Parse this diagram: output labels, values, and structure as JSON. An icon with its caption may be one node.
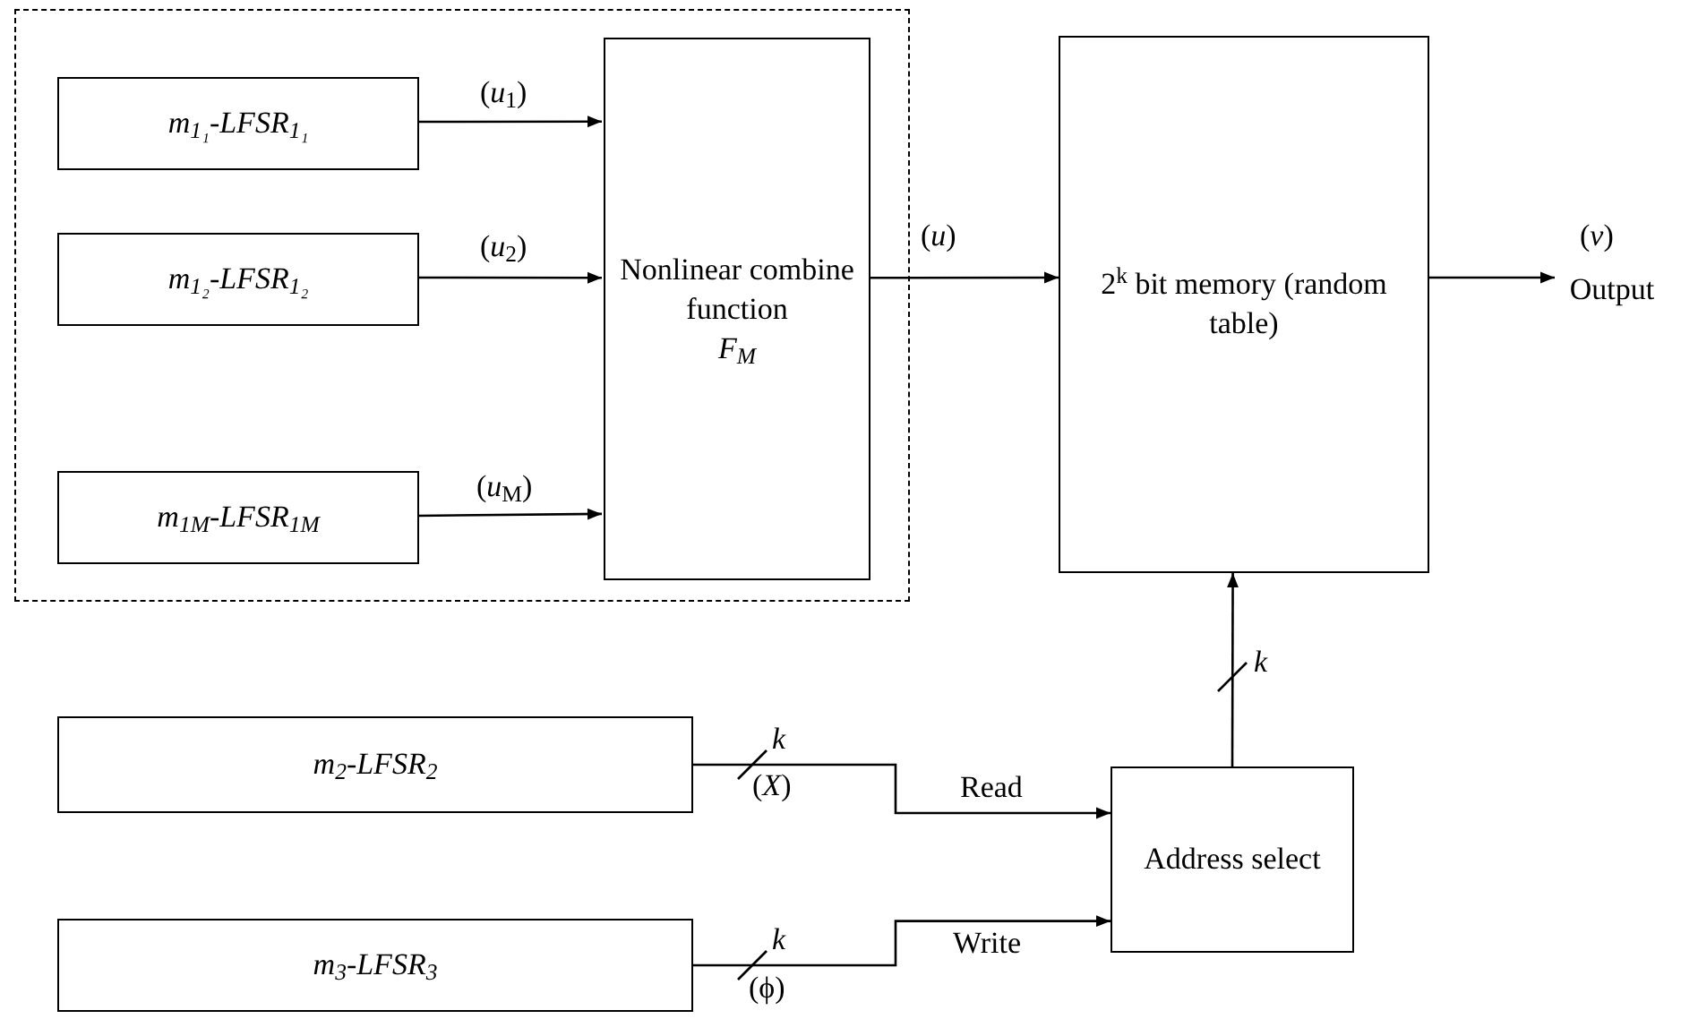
{
  "diagram": {
    "nodes": [
      {
        "text": [],
        "shape": "box"
      },
      {
        "text": [
          "m$_{1₁}$-LFSR$_{1₁}$"
        ],
        "in": 0
      },
      {
        "text": [
          "m$_{1₂}$-LFSR$_{1₂}$"
        ],
        "in": 0
      },
      {
        "text": [
          "m$_{1M}$-LFSR$_{1M}$"
        ],
        "in": 0
      },
      {
        "text": [
          "Nonlinear combine function",
          "F$_{M}$"
        ],
        "in": 0
      },
      {
        "text": [
          "2$^{k}$ bit memory (random table)"
        ]
      },
      {
        "text": [
          "Address select"
        ]
      },
      {
        "text": [
          "m$_{2}$-LFSR$_{2}$"
        ]
      },
      {
        "text": [
          "m$_{3}$-LFSR$_{3}$"
        ]
      },
      {
        "text": [
          "Output"
        ]
      }
    ],
    "edges": [
      {
        "from": 1,
        "to": 4,
        "arrow": "to",
        "label": "(*u*$_{1}$)"
      },
      {
        "from": 2,
        "to": 4,
        "arrow": "to",
        "label": "(*u*$_{2}$)"
      },
      {
        "from": 3,
        "to": 4,
        "arrow": "to",
        "label": "(*u*$_{M}$)"
      },
      {
        "from": 4,
        "to": 5,
        "arrow": "to",
        "label": "(*u*)"
      },
      {
        "from": 5,
        "to": 9,
        "arrow": "to",
        "label": "(*v*)"
      },
      {
        "from": 7,
        "to": 6,
        "arrow": "to",
        "label": "Read"
      },
      {
        "from": 8,
        "to": 6,
        "arrow": "to",
        "label": "Write"
      },
      {
        "from": 6,
        "to": 5,
        "arrow": "to",
        "label": "*k*"
      }
    ],
    "labels": [
      "*k*",
      "(*X*)",
      "*k*",
      "(ϕ)"
    ]
  }
}
